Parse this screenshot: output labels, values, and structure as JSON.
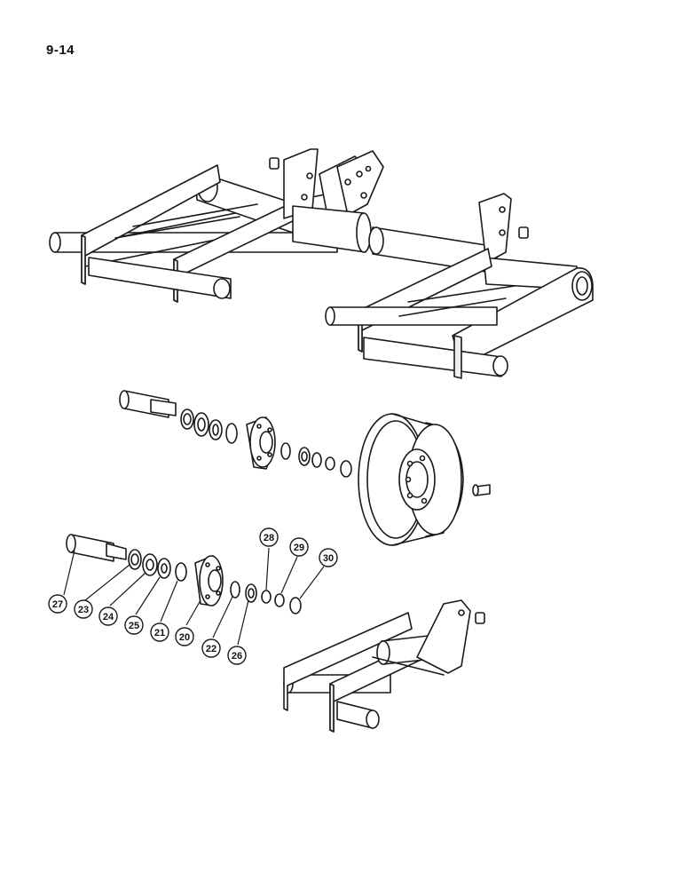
{
  "page": {
    "number": "9-14"
  },
  "palette": {
    "ink": "#1a1a1a",
    "paper": "#ffffff",
    "fill": "#f4f4f4"
  },
  "callouts": [
    {
      "id": "27",
      "part": "spindle"
    },
    {
      "id": "23",
      "part": "seal"
    },
    {
      "id": "24",
      "part": "bearing-cone"
    },
    {
      "id": "25",
      "part": "bearing-cup"
    },
    {
      "id": "21",
      "part": "washer"
    },
    {
      "id": "20",
      "part": "hub"
    },
    {
      "id": "22",
      "part": "bearing-cup"
    },
    {
      "id": "26",
      "part": "bearing-cone"
    },
    {
      "id": "28",
      "part": "washer"
    },
    {
      "id": "29",
      "part": "nut"
    },
    {
      "id": "30",
      "part": "dust-cap"
    }
  ]
}
